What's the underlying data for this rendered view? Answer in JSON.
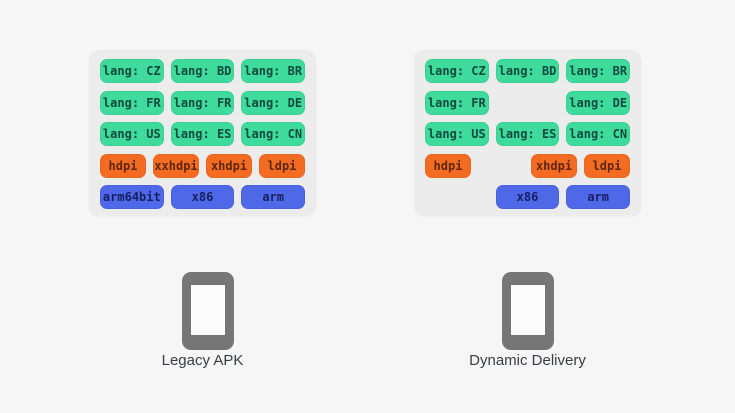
{
  "colors": {
    "page_bg": "#f6f6f7",
    "panel_bg": "#ececec",
    "green_bg": "#3fdb9c",
    "green_text": "#114a3e",
    "orange_bg": "#f46c22",
    "orange_text": "#5f2611",
    "blue_bg": "#4e68e8",
    "blue_text": "#171f63",
    "phone_gray": "#767676",
    "label_text": "#3a3d40"
  },
  "panels": [
    {
      "id": "legacy-apk",
      "label": "Legacy APK",
      "rows": [
        {
          "columns": 3,
          "chips": [
            {
              "text": "lang: CZ",
              "type": "green"
            },
            {
              "text": "lang: BD",
              "type": "green"
            },
            {
              "text": "lang: BR",
              "type": "green"
            }
          ]
        },
        {
          "columns": 3,
          "chips": [
            {
              "text": "lang: FR",
              "type": "green"
            },
            {
              "text": "lang: FR",
              "type": "green"
            },
            {
              "text": "lang: DE",
              "type": "green"
            }
          ]
        },
        {
          "columns": 3,
          "chips": [
            {
              "text": "lang: US",
              "type": "green"
            },
            {
              "text": "lang: ES",
              "type": "green"
            },
            {
              "text": "lang: CN",
              "type": "green"
            }
          ]
        },
        {
          "columns": 4,
          "chips": [
            {
              "text": "hdpi",
              "type": "orange"
            },
            {
              "text": "xxhdpi",
              "type": "orange"
            },
            {
              "text": "xhdpi",
              "type": "orange"
            },
            {
              "text": "ldpi",
              "type": "orange"
            }
          ]
        },
        {
          "columns": 3,
          "chips": [
            {
              "text": "arm64bit",
              "type": "blue"
            },
            {
              "text": "x86",
              "type": "blue"
            },
            {
              "text": "arm",
              "type": "blue"
            }
          ]
        }
      ]
    },
    {
      "id": "dynamic-delivery",
      "label": "Dynamic Delivery",
      "rows": [
        {
          "columns": 3,
          "chips": [
            {
              "text": "lang: CZ",
              "type": "green"
            },
            {
              "text": "lang: BD",
              "type": "green"
            },
            {
              "text": "lang: BR",
              "type": "green"
            }
          ]
        },
        {
          "columns": 3,
          "chips": [
            {
              "text": "lang: FR",
              "type": "green"
            },
            null,
            {
              "text": "lang: DE",
              "type": "green"
            }
          ]
        },
        {
          "columns": 3,
          "chips": [
            {
              "text": "lang: US",
              "type": "green"
            },
            {
              "text": "lang: ES",
              "type": "green"
            },
            {
              "text": "lang: CN",
              "type": "green"
            }
          ]
        },
        {
          "columns": 4,
          "chips": [
            {
              "text": "hdpi",
              "type": "orange"
            },
            null,
            {
              "text": "xhdpi",
              "type": "orange"
            },
            {
              "text": "ldpi",
              "type": "orange"
            }
          ]
        },
        {
          "columns": 3,
          "chips": [
            null,
            {
              "text": "x86",
              "type": "blue"
            },
            {
              "text": "arm",
              "type": "blue"
            }
          ]
        }
      ]
    }
  ]
}
